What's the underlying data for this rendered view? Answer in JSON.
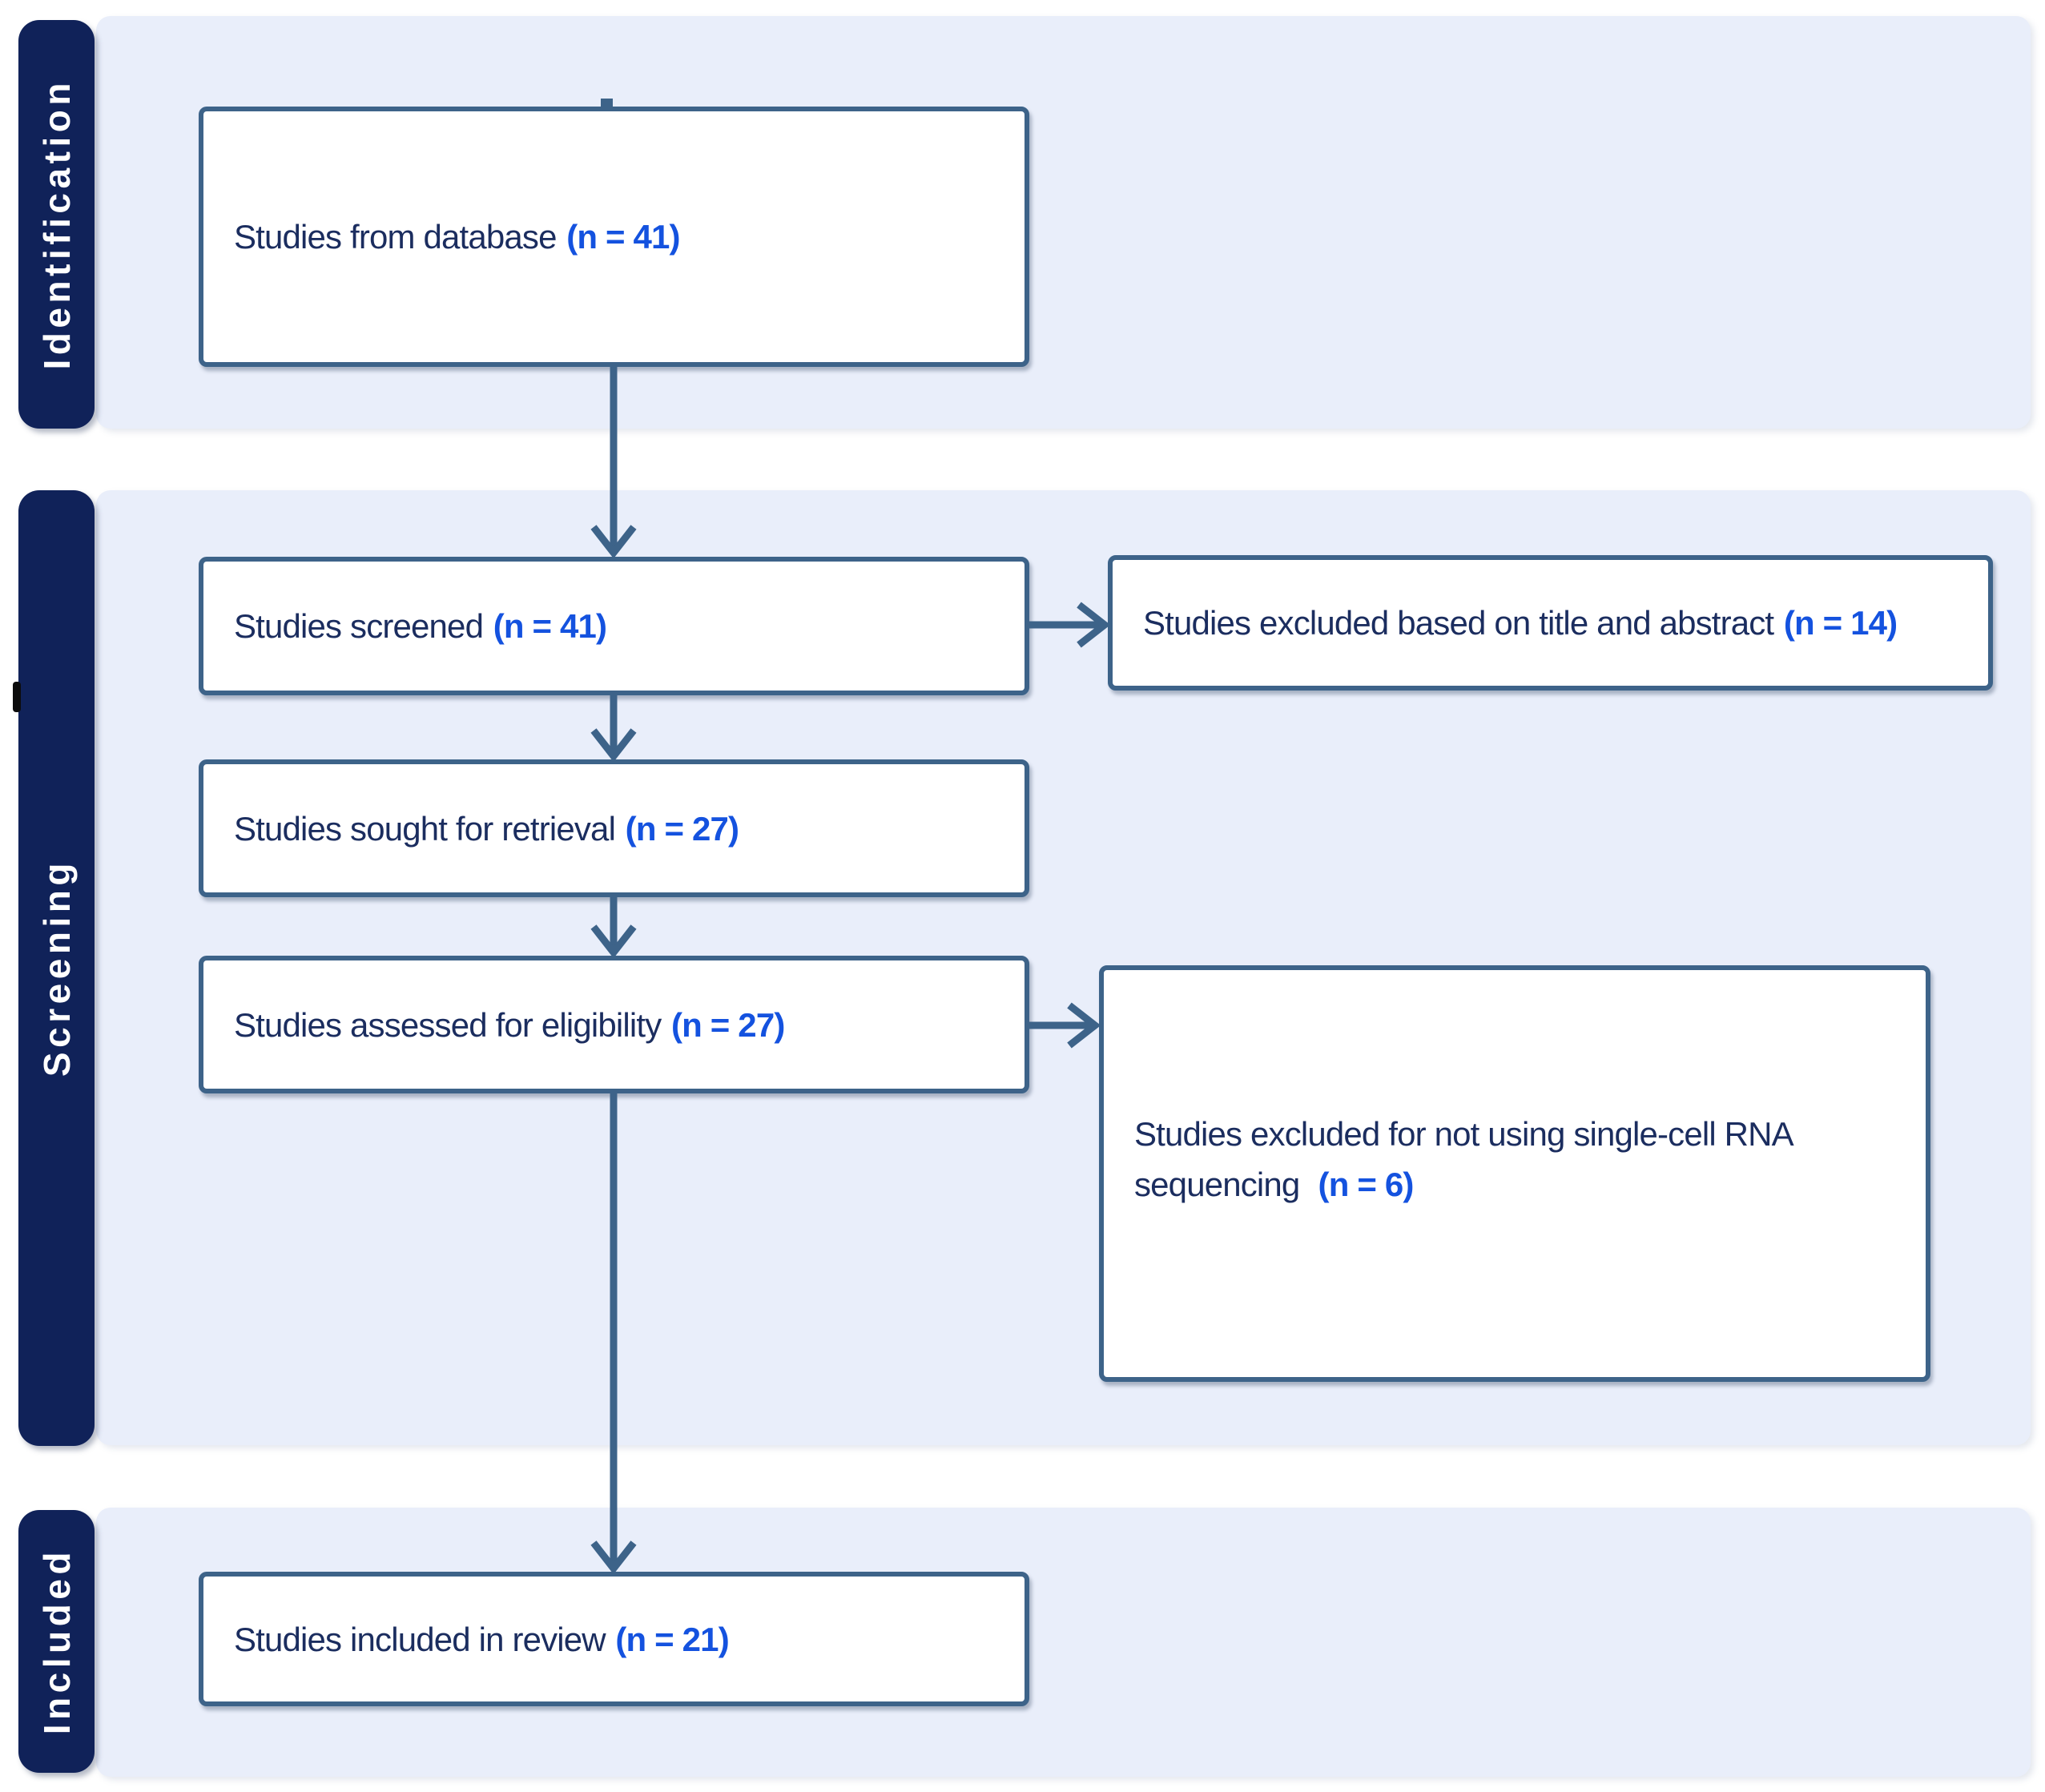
{
  "stages": [
    {
      "id": "identification",
      "label": "Identification"
    },
    {
      "id": "screening",
      "label": "Screening"
    },
    {
      "id": "included",
      "label": "Included"
    }
  ],
  "boxes": [
    {
      "id": "database",
      "label": "Studies from database",
      "count": "(n = 41)"
    },
    {
      "id": "screened",
      "label": "Studies screened",
      "count": "(n = 41)"
    },
    {
      "id": "excluded-title-abstract",
      "label": "Studies excluded based on title and abstract",
      "count": "(n = 14)"
    },
    {
      "id": "sought",
      "label": "Studies sought for retrieval",
      "count": "(n = 27)"
    },
    {
      "id": "assessed",
      "label": "Studies assessed for eligibility",
      "count": "(n = 27)"
    },
    {
      "id": "excluded-scrna",
      "label": "Studies excluded for not using single-cell RNA sequencing",
      "count": "(n = 6)"
    },
    {
      "id": "included-review",
      "label": "Studies included in review",
      "count": "(n = 21)"
    }
  ],
  "colors": {
    "stage_bar": "#102259",
    "panel": "#e9eefa",
    "box_border": "#3d6389",
    "arrow": "#3d6389",
    "text_dark": "#1b2d5f",
    "count_blue": "#1452df",
    "background": "#ffffff"
  }
}
